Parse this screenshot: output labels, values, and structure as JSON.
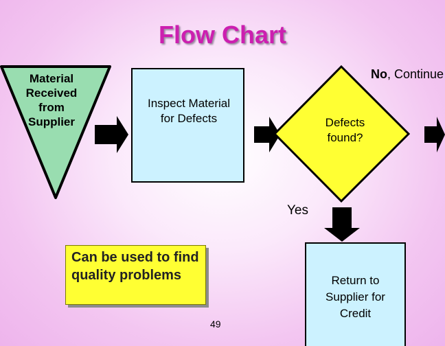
{
  "title": "Flow Chart",
  "nodes": {
    "material_received": "Material Received from Supplier",
    "inspect": "Inspect Material for Defects",
    "decision": "Defects found?",
    "no_branch_label": "No",
    "no_branch_suffix": ", Continue…",
    "yes_branch_label": "Yes",
    "return": "Return to Supplier for Credit"
  },
  "note": "Can be used to find quality problems",
  "page_number": "49",
  "colors": {
    "title": "#cc1fb0",
    "triangle": "#99ddb0",
    "process_box": "#ccf2ff",
    "decision": "#ffff33",
    "return_box": "#ccf2ff",
    "note": "#ffff33",
    "arrows": "#000000"
  }
}
